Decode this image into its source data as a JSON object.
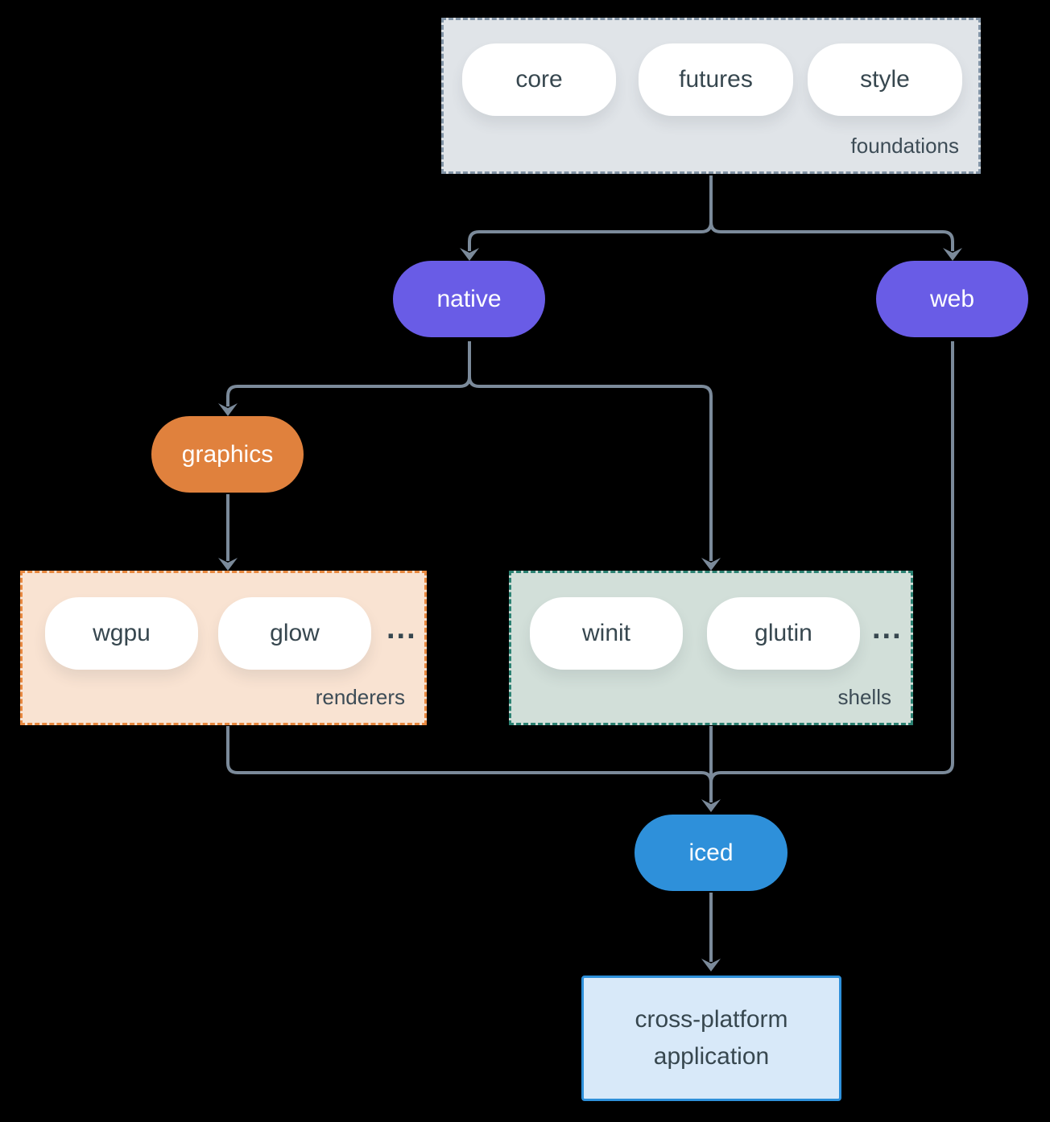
{
  "diagram": {
    "background_color": "#000000",
    "connector_color": "#7b8a9a",
    "text_color_dark": "#37474f",
    "groups": {
      "foundations": {
        "label": "foundations",
        "fill": "#e0e4e8",
        "border_color": "#8294a6",
        "items": [
          "core",
          "futures",
          "style"
        ]
      },
      "renderers": {
        "label": "renderers",
        "fill": "#f9e3d2",
        "border_color": "#e8883f",
        "items": [
          "wgpu",
          "glow"
        ],
        "ellipsis": "..."
      },
      "shells": {
        "label": "shells",
        "fill": "#d2dfd9",
        "border_color": "#2b8172",
        "items": [
          "winit",
          "glutin"
        ],
        "ellipsis": "..."
      }
    },
    "nodes": {
      "native": {
        "label": "native",
        "fill": "#695ce6"
      },
      "web": {
        "label": "web",
        "fill": "#695ce6"
      },
      "graphics": {
        "label": "graphics",
        "fill": "#e0813d"
      },
      "iced": {
        "label": "iced",
        "fill": "#2e90da"
      },
      "application": {
        "label": "cross-platform application",
        "fill": "#d8e9f9",
        "border_color": "#2e90da"
      }
    },
    "edges": [
      {
        "from": "foundations",
        "to": "native"
      },
      {
        "from": "foundations",
        "to": "web"
      },
      {
        "from": "native",
        "to": "graphics"
      },
      {
        "from": "native",
        "to": "shells"
      },
      {
        "from": "graphics",
        "to": "renderers"
      },
      {
        "from": "renderers",
        "to": "iced"
      },
      {
        "from": "shells",
        "to": "iced"
      },
      {
        "from": "web",
        "to": "iced"
      },
      {
        "from": "iced",
        "to": "application"
      }
    ]
  }
}
